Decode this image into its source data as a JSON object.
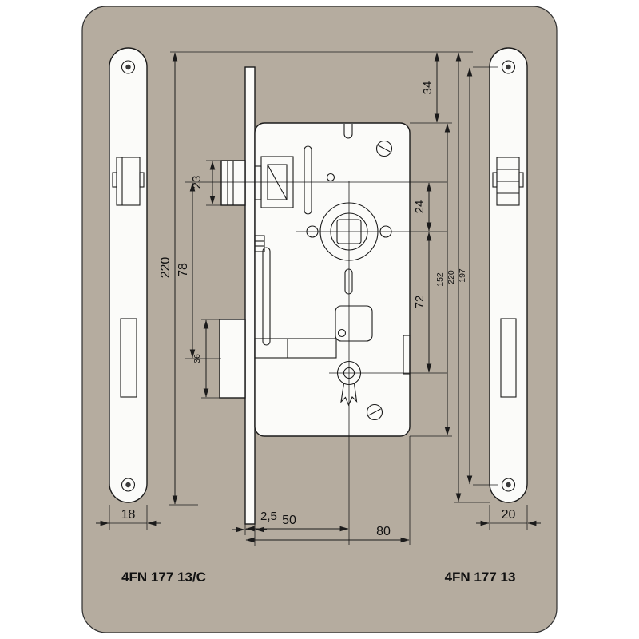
{
  "colors": {
    "card_bg": "#b5ac9f",
    "line": "#1b1b1b",
    "shape_fill": "#fbfbf9"
  },
  "labels": {
    "left_model": "4FN 177 13/C",
    "right_model": "4FN 177 13"
  },
  "dims": {
    "faceplate_left_width": "18",
    "faceplate_right_width": "20",
    "overall_left": "220",
    "latch_to_bolt": "78",
    "latch_height": "23",
    "bolt_height": "36",
    "top_to_case": "34",
    "latch_to_hub": "24",
    "hub_to_key": "72",
    "case_height": "152",
    "overall_right": "220",
    "screw_spacing": "197",
    "forend_thickness": "2,5",
    "backset": "50",
    "case_depth": "80"
  }
}
